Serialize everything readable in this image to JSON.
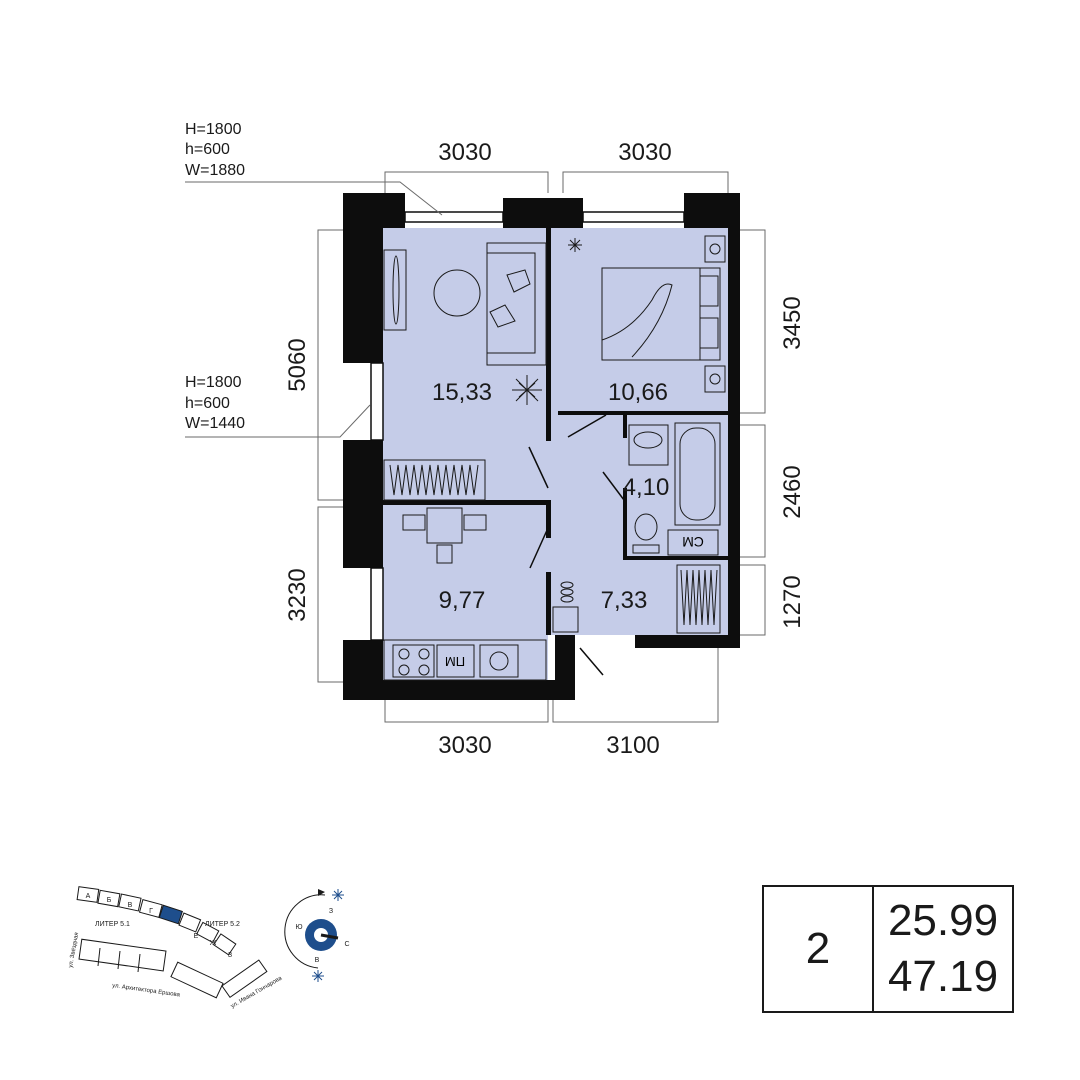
{
  "dimensions": {
    "top_left": "3030",
    "top_right": "3030",
    "left_upper": "5060",
    "left_lower": "3230",
    "right_top": "3450",
    "right_mid": "2460",
    "right_bottom": "1270",
    "bottom_left": "3030",
    "bottom_right": "3100"
  },
  "windows": {
    "top": [
      "H=1800",
      "h=600",
      "W=1880"
    ],
    "left": [
      "H=1800",
      "h=600",
      "W=1440"
    ]
  },
  "rooms": {
    "living": "15,33",
    "bedroom": "10,66",
    "bathroom": "4,10",
    "kitchen": "9,77",
    "hall": "7,33"
  },
  "appliances": {
    "dishwasher": "ПМ",
    "washing_machine": "СМ"
  },
  "site_plan": {
    "sections": [
      "А",
      "Б",
      "В",
      "Г",
      "Д",
      "Е",
      "Ж",
      "З"
    ],
    "highlighted_section": "Д",
    "liter_left": "ЛИТЕР 5.1",
    "liter_right": "ЛИТЕР 5.2",
    "street_1": "ул. Звёздная",
    "street_2": "ул. Архитектора Ершова",
    "street_3": "ул. Ивана Гончарова"
  },
  "compass": {
    "north": "З",
    "east": "С",
    "south": "В",
    "west": "Ю"
  },
  "summary": {
    "rooms_count": "2",
    "living_area": "25.99",
    "total_area": "47.19"
  },
  "colors": {
    "room_fill": "#c5cce8",
    "wall": "#0d0d0d",
    "accent": "#1e4e8c"
  }
}
